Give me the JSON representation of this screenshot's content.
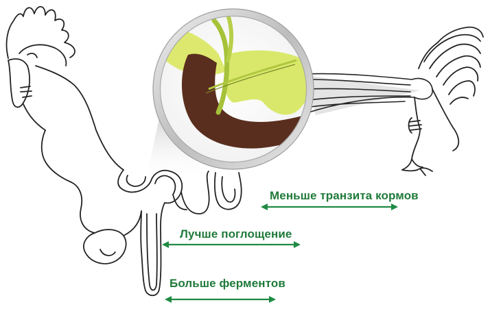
{
  "colors": {
    "label": "#1f7a3a",
    "arrow": "#1f8a42",
    "outline": "#222222",
    "intestine": "#5a2e1e",
    "pancreas": "#d9e86a",
    "duct": "#a6c23a",
    "lens_ring": "#c9c9c9"
  },
  "labels": {
    "less_transit": "Меньше транзита кормов",
    "better_absorption": "Лучше поглощение",
    "more_enzymes": "Больше ферментов"
  },
  "icons": {
    "rooster_head": "rooster-head-icon",
    "rooster_tail": "rooster-tail-icon",
    "magnifier": "magnifier-icon"
  }
}
